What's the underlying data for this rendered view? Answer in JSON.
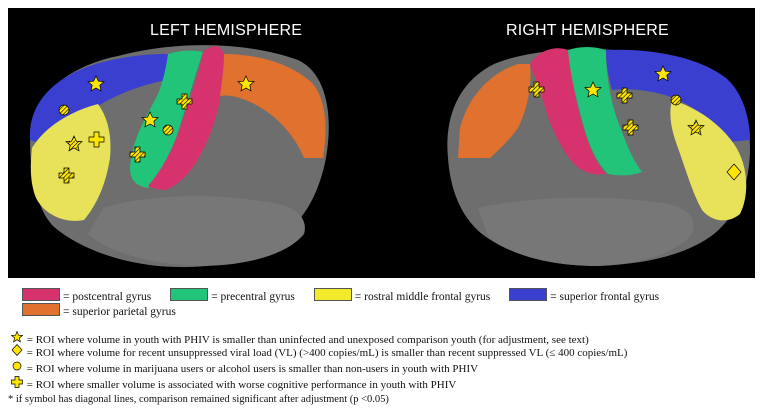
{
  "titles": {
    "left": "LEFT HEMISPHERE",
    "right": "RIGHT HEMISPHERE"
  },
  "colors": {
    "postcentral": "#d6336e",
    "precentral": "#22c47a",
    "rostral_middle_frontal": "#e8e25a",
    "superior_frontal": "#3a3fd0",
    "superior_parietal": "#e0712e",
    "cortex": "#6e6e6e",
    "marker": "#ffe600"
  },
  "legend": [
    {
      "label": "= postcentral gyrus",
      "color": "#d6336e"
    },
    {
      "label": "= precentral gyrus",
      "color": "#22c47a"
    },
    {
      "label": "= rostral middle frontal gyrus",
      "color": "#f2ea2a"
    },
    {
      "label": "= superior frontal gyrus",
      "color": "#3a3fd0"
    },
    {
      "label": "= superior parietal gyrus",
      "color": "#e0712e"
    }
  ],
  "symbols": [
    {
      "icon": "star-icon",
      "text": "= ROI where volume in youth with  PHIV is smaller than uninfected and unexposed comparison youth (for adjustment, see text)"
    },
    {
      "icon": "diamond-icon",
      "text": "= ROI where volume for recent unsuppressed viral load (VL) (>400 copies/mL) is smaller than recent suppressed VL (≤  400 copies/mL)"
    },
    {
      "icon": "circle-icon",
      "text": "= ROI where volume in marijuana users or alcohol users is smaller than non-users in youth with PHIV"
    },
    {
      "icon": "cross-icon",
      "text": "= ROI where smaller volume is associated with worse cognitive performance in youth with PHIV"
    }
  ],
  "note": "* if symbol has diagonal lines, comparison remained significant after adjustment (p <0.05)"
}
